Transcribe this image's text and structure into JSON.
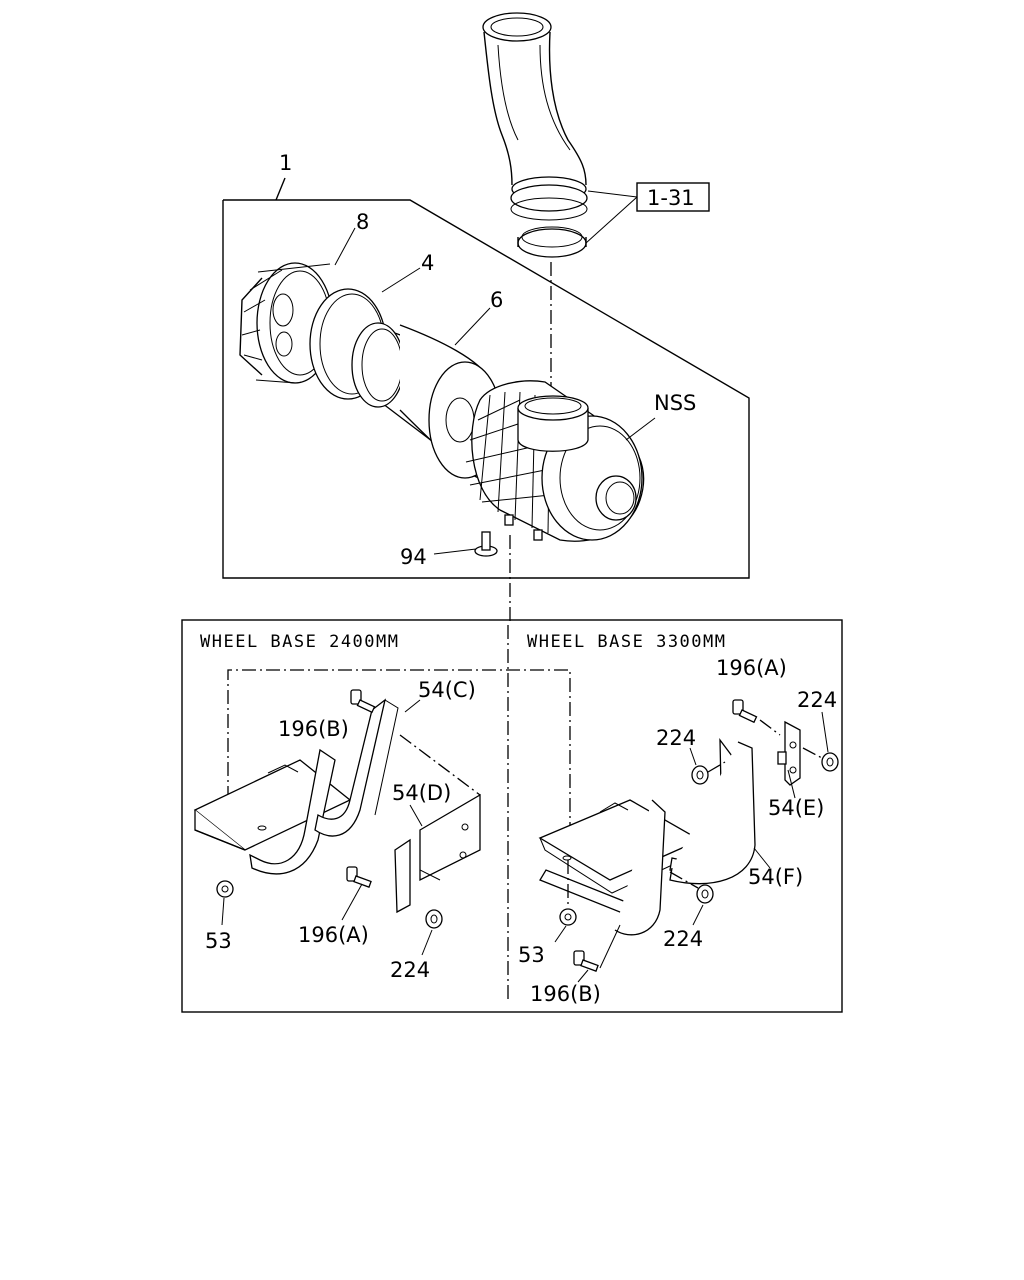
{
  "labels": {
    "assembly": "1",
    "ref_1_31": "1-31",
    "ring_8": "8",
    "seal_4": "4",
    "element_6": "6",
    "nss": "NSS",
    "bolt_94": "94"
  },
  "wheel_base_2400": {
    "heading": "WHEEL BASE 2400MM",
    "bolt_196b": "196(B)",
    "bracket_54c": "54(C)",
    "bracket_54d": "54(D)",
    "bolt_196a": "196(A)",
    "nut_53": "53",
    "nut_224": "224"
  },
  "wheel_base_3300": {
    "heading": "WHEEL BASE 3300MM",
    "bolt_196a": "196(A)",
    "nut_224_right": "224",
    "nut_224_left": "224",
    "bracket_54e": "54(E)",
    "bracket_54f": "54(F)",
    "nut_224_bottom": "224",
    "nut_53": "53",
    "bolt_196b": "196(B)"
  }
}
